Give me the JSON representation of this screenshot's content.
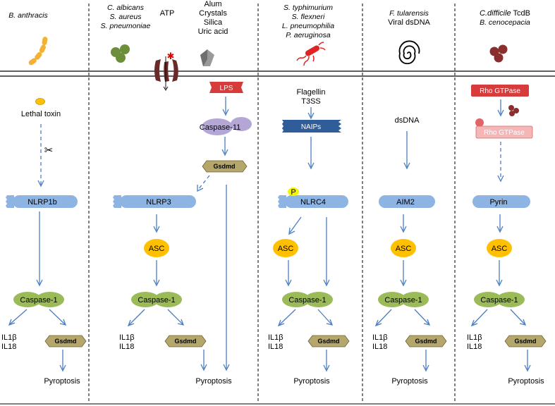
{
  "pathways": [
    {
      "pathogen_lines": [
        "B. anthracis"
      ],
      "trigger": "Lethal toxin",
      "sensor": "NLRP1b",
      "caspase": "Caspase-1",
      "cytokine_lines": [
        "IL1β",
        "IL18"
      ],
      "gsdmd": "Gsdmd",
      "outcome": "Pyroptosis"
    },
    {
      "pathogen_lines": [
        "C. albicans",
        "S. aureus",
        "S. pneumoniae"
      ],
      "atp_label": "ATP",
      "particulates_lines": [
        "Alum",
        "Crystals",
        "Silica",
        "Uric acid"
      ],
      "lps": "LPS",
      "caspase11": "Caspase-11",
      "gsdmd_noncanonical": "Gsdmd",
      "sensor": "NLRP3",
      "adaptor": "ASC",
      "caspase": "Caspase-1",
      "cytokine_lines": [
        "IL1β",
        "IL18"
      ],
      "gsdmd": "Gsdmd",
      "outcome": "Pyroptosis"
    },
    {
      "pathogen_lines": [
        "S. typhimurium",
        "S. flexneri",
        "L. pneumophilia",
        "P. aeruginosa"
      ],
      "trigger_lines": [
        "Flagellin",
        "T3SS"
      ],
      "naips": "NAIPs",
      "phospho": "P",
      "sensor": "NLRC4",
      "adaptor": "ASC",
      "caspase": "Caspase-1",
      "cytokine_lines": [
        "IL1β",
        "IL18"
      ],
      "gsdmd": "Gsdmd",
      "outcome": "Pyroptosis"
    },
    {
      "pathogen_lines": [
        "F. tularensis",
        "Viral dsDNA"
      ],
      "trigger": "dsDNA",
      "sensor": "AIM2",
      "adaptor": "ASC",
      "caspase": "Caspase-1",
      "cytokine_lines": [
        "IL1β",
        "IL18"
      ],
      "gsdmd": "Gsdmd",
      "outcome": "Pyroptosis"
    },
    {
      "pathogen_lines": [
        [
          {
            "t": "C.difficile",
            "i": true
          },
          {
            "t": " TcdB",
            "i": false
          }
        ],
        [
          {
            "t": "B. cenocepacia",
            "i": true
          }
        ]
      ],
      "rho_active": "Rho GTPase",
      "rho_inactive": "Rho GTPase",
      "sensor": "Pyrin",
      "adaptor": "ASC",
      "caspase": "Caspase-1",
      "cytokine_lines": [
        "IL1β",
        "IL18"
      ],
      "gsdmd": "Gsdmd",
      "outcome": "Pyroptosis"
    }
  ],
  "colors": {
    "arrow": "#4a7ec2",
    "nlr": "#8eb4e3",
    "asc": "#ffc000",
    "caspase": "#9bbb59",
    "gsdmd": "#b5a76c",
    "lps": "#d63c3c",
    "caspase11": "#b4a7d6",
    "naips": "#2e5d9a",
    "rho": "#e06666",
    "rho_light": "#f4b6b6",
    "bacterium": "#f2b233",
    "fungus": "#6d8f3b",
    "cocci": "#8b2e2e",
    "membrane": "#000000"
  },
  "icons": [
    "bacillus-icon",
    "fungi-cluster-icon",
    "atp-channel-icon",
    "crystal-icon",
    "flagellated-bacterium-icon",
    "dna-spiral-icon",
    "cocci-cluster-icon",
    "scissors-icon"
  ]
}
